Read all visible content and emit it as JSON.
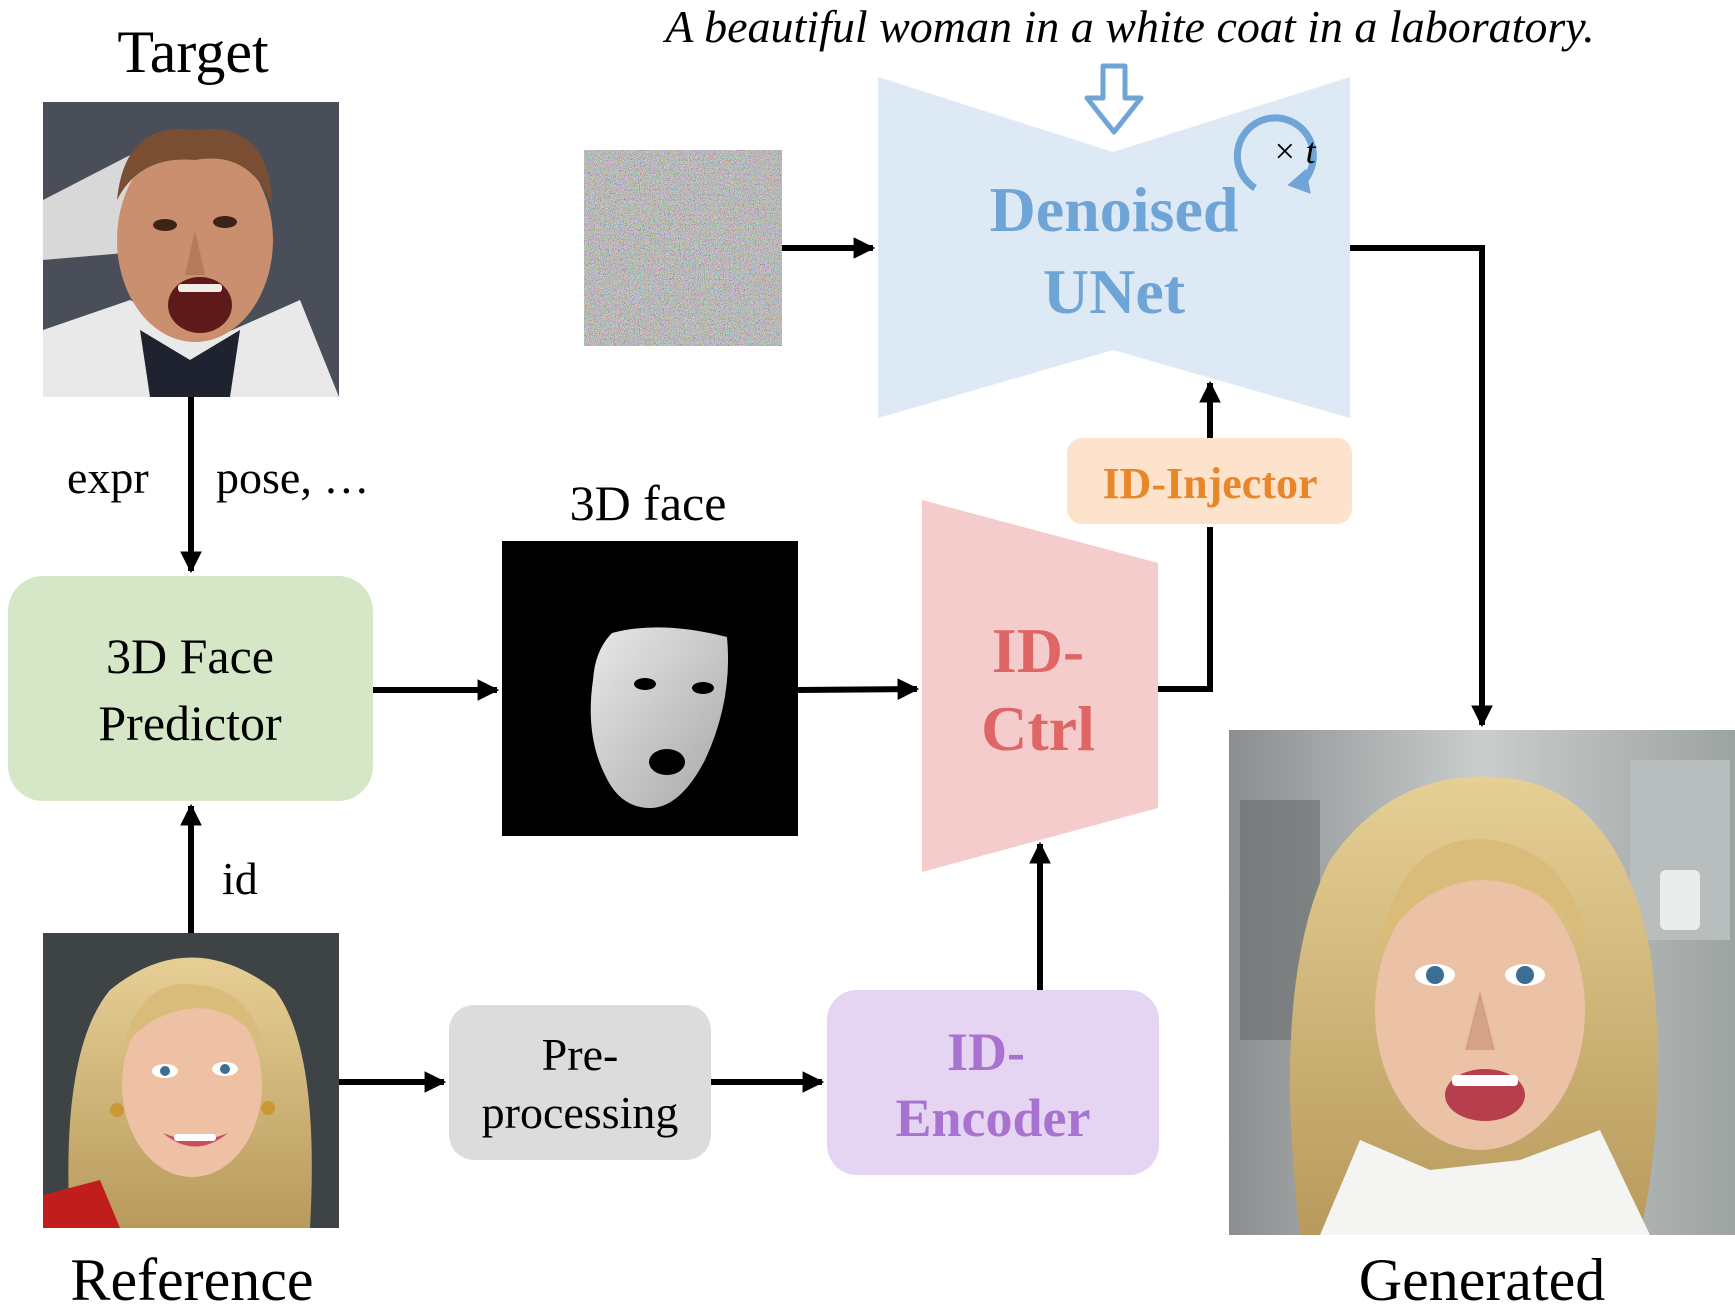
{
  "prompt": "A beautiful woman in a white coat in a laboratory.",
  "labels": {
    "target": "Target",
    "reference": "Reference",
    "generated": "Generated",
    "face3d": "3D face",
    "expr": "expr",
    "pose": "pose, …",
    "id": "id",
    "times_t": "× t"
  },
  "blocks": {
    "unet": {
      "line1": "Denoised",
      "line2": "UNet"
    },
    "predictor": {
      "line1": "3D Face",
      "line2": "Predictor"
    },
    "idctrl": {
      "line1": "ID-",
      "line2": "Ctrl"
    },
    "injector": {
      "label": "ID-Injector"
    },
    "preproc": {
      "line1": "Pre-",
      "line2": "processing"
    },
    "encoder": {
      "line1": "ID-",
      "line2": "Encoder"
    }
  },
  "colors": {
    "unet_fill": "#dde9f5",
    "unet_text": "#6fa4d6",
    "predictor_fill": "#d5e7c6",
    "idctrl_fill": "#f4cccc",
    "idctrl_text": "#e06666",
    "injector_fill": "#fde3cc",
    "injector_text": "#e8862a",
    "preproc_fill": "#dcdcdc",
    "encoder_fill": "#e5d5f2",
    "encoder_text": "#a872d0",
    "arrow": "#000000"
  }
}
